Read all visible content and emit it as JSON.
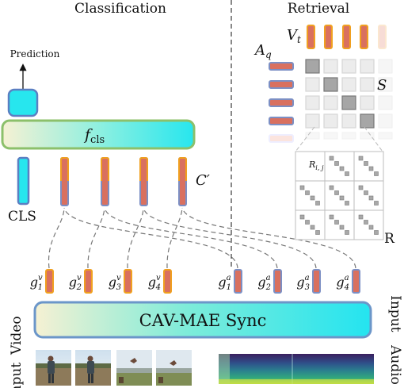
{
  "headers": {
    "classification": "Classification",
    "retrieval": "Retrieval"
  },
  "prediction_label": "Prediction",
  "f_cls": {
    "main": "f",
    "sub": "cls"
  },
  "cls_label": "CLS",
  "c_prime": "C′",
  "retrieval": {
    "v_t": {
      "main": "V",
      "sub": "t"
    },
    "a_q": {
      "main": "A",
      "sub": "q"
    },
    "s_label": "S",
    "r_ij": {
      "main": "R",
      "sub": "i, j"
    },
    "r_label": "R",
    "matrix_rows": 4,
    "matrix_cols": 4
  },
  "encoder_label": "CAV-MAE Sync",
  "side_left": {
    "line1": "Input",
    "line2": "Video"
  },
  "side_right": {
    "line1": "Input",
    "line2": "Audio"
  },
  "video_tokens": [
    {
      "main": "g",
      "sub": "1",
      "sup": "v"
    },
    {
      "main": "g",
      "sub": "2",
      "sup": "v"
    },
    {
      "main": "g",
      "sub": "3",
      "sup": "v"
    },
    {
      "main": "g",
      "sub": "4",
      "sup": "v"
    }
  ],
  "audio_tokens": [
    {
      "main": "g",
      "sub": "1",
      "sup": "a"
    },
    {
      "main": "g",
      "sub": "2",
      "sup": "a"
    },
    {
      "main": "g",
      "sub": "3",
      "sup": "a"
    },
    {
      "main": "g",
      "sub": "4",
      "sup": "a"
    }
  ],
  "colors": {
    "token_fill": "#d9705f",
    "token_orange_border": "#f0a020",
    "token_blue_border": "#7c8fc4",
    "cyan": "#27e6ee",
    "encoder_border": "#6b96c9",
    "f_cls_border": "#8cc06b",
    "grad_start": "#f6f1d3",
    "diag_gray": "#a6a6a6"
  }
}
